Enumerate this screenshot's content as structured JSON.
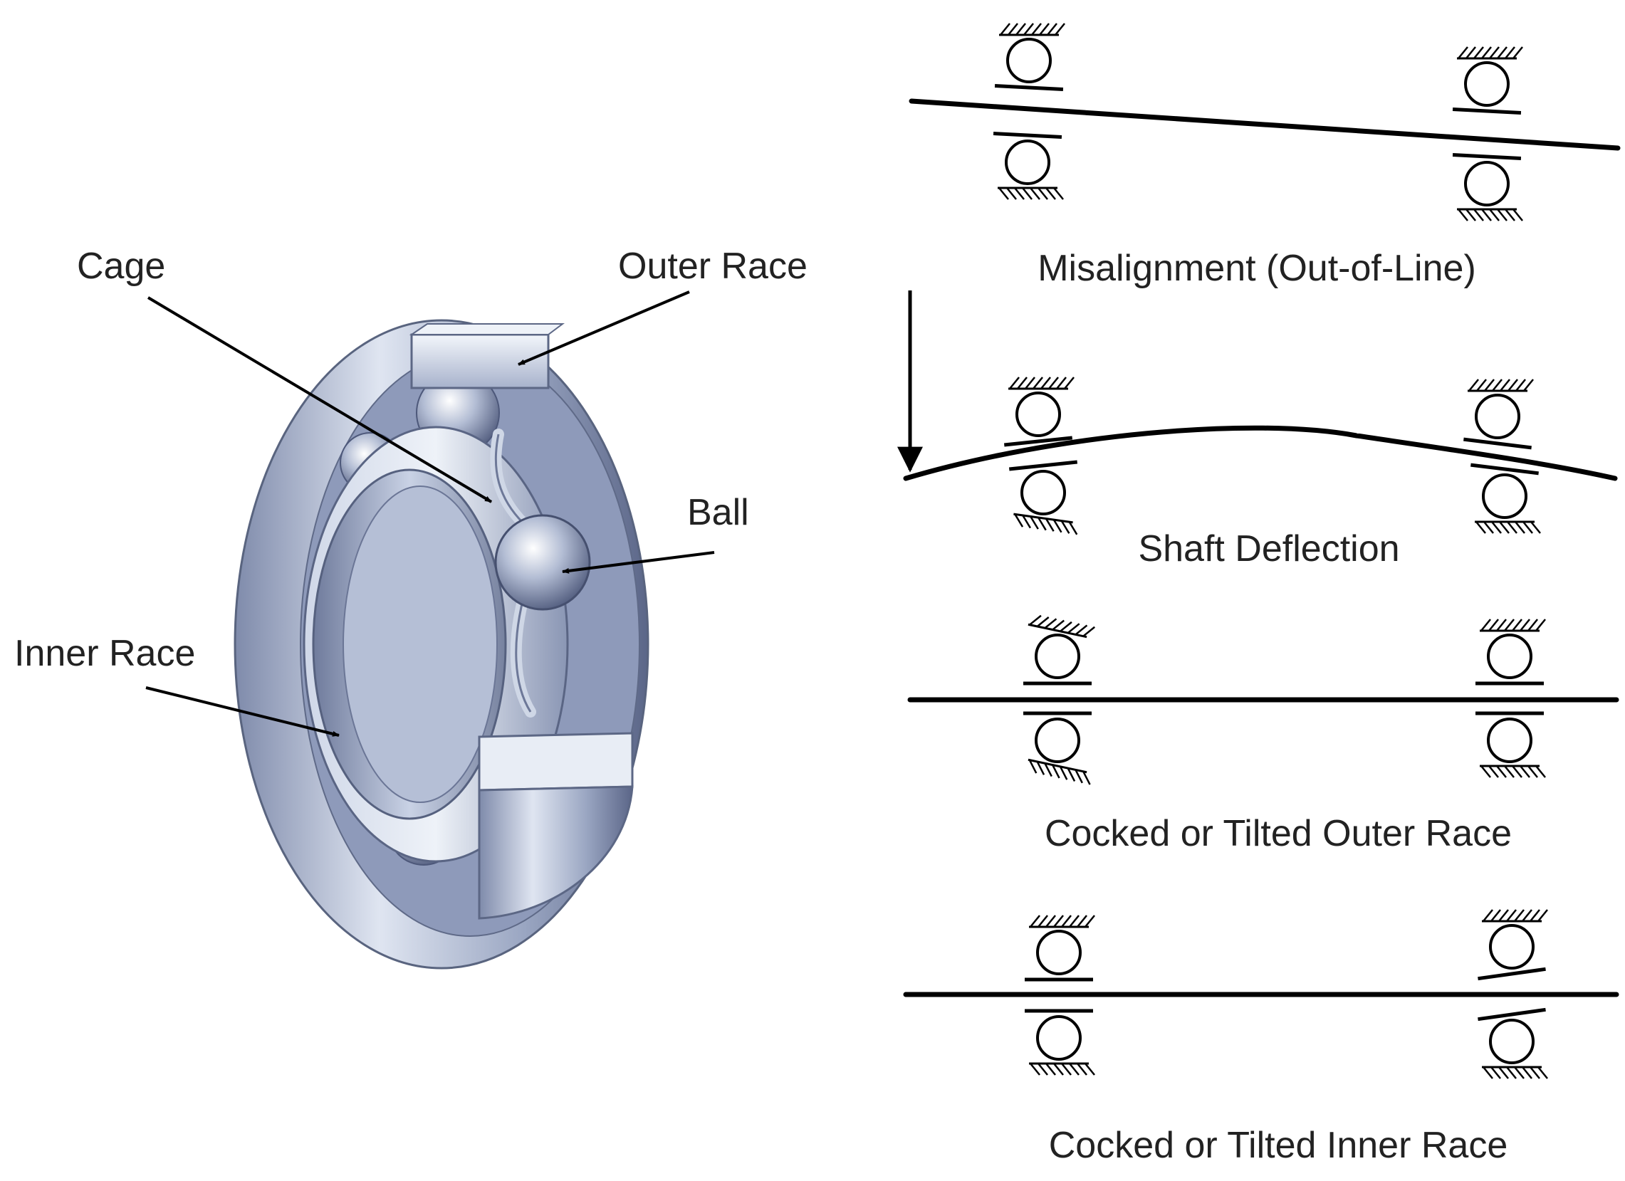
{
  "bearing": {
    "labels": {
      "cage": "Cage",
      "outer_race": "Outer Race",
      "ball": "Ball",
      "inner_race": "Inner Race"
    }
  },
  "conditions": [
    {
      "caption": "Misalignment (Out-of-Line)"
    },
    {
      "caption": "Shaft Deflection"
    },
    {
      "caption": "Cocked or Tilted Outer Race"
    },
    {
      "caption": "Cocked or Tilted Inner Race"
    }
  ],
  "colors": {
    "ink": "#000000",
    "text": "#222222",
    "steel_dark": "#5d6a8c",
    "steel_mid": "#a4afc9",
    "steel_light": "#e4e9f3"
  }
}
